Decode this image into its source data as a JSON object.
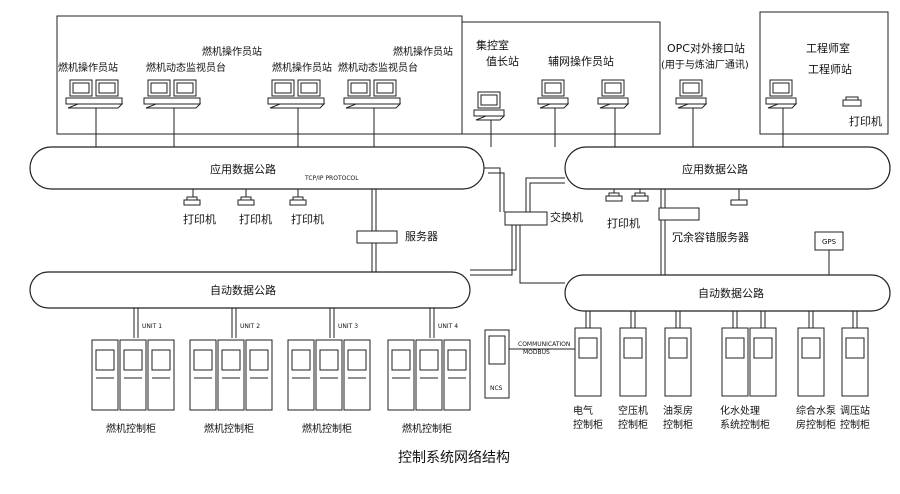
{
  "caption": "控制系统网络结构",
  "rooms": {
    "left_top_a": "燃机操作员站",
    "left_top_b": "燃机动态监视员台",
    "left_top_c": "燃机操作员站",
    "left_top_d": "燃机操作员站",
    "left_top_e": "燃机动态监视员台",
    "left_top_f": "燃机操作员站",
    "central_control": "集控室",
    "shift_leader": "值长站",
    "aux_operator": "辅网操作员站",
    "opc_station": "OPC对外接口站",
    "opc_note": "(用于与炼油厂通讯)",
    "engineer_room": "工程师室",
    "engineer_station": "工程师站",
    "engineer_printer": "打印机"
  },
  "buses": {
    "app_bus_left": "应用数据公路",
    "app_bus_right": "应用数据公路",
    "auto_bus_left": "自动数据公路",
    "auto_bus_right": "自动数据公路",
    "protocol": "TCP/IP PROTOCOL"
  },
  "devices": {
    "printer_1": "打印机",
    "printer_2": "打印机",
    "printer_3": "打印机",
    "printer_4": "打印机",
    "server": "服务器",
    "switch": "交换机",
    "redundant_server": "冗余容错服务器",
    "gps": "GPS",
    "ncs": "NCS",
    "communication": "COMMUNICATION",
    "modbus": "MODBUS"
  },
  "units": [
    "UNIT 1",
    "UNIT 2",
    "UNIT 3",
    "UNIT 4"
  ],
  "gt_cabinets": [
    "燃机控制柜",
    "燃机控制柜",
    "燃机控制柜",
    "燃机控制柜"
  ],
  "right_cabinets": [
    {
      "line1": "电气",
      "line2": "控制柜"
    },
    {
      "line1": "空压机",
      "line2": "控制柜"
    },
    {
      "line1": "油泵房",
      "line2": "控制柜"
    },
    {
      "line1": "化水处理",
      "line2": "系统控制柜"
    },
    {
      "line1": "综合水泵",
      "line2": "房控制柜"
    },
    {
      "line1": "调压站",
      "line2": "控制柜"
    }
  ]
}
